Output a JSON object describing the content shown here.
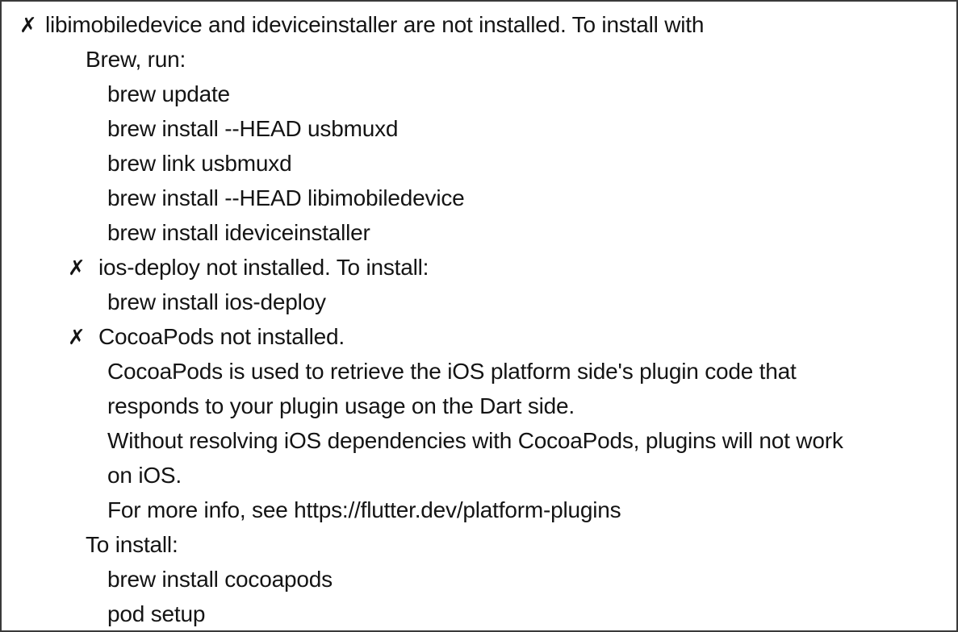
{
  "icons": {
    "error_marker": "✗"
  },
  "colors": {
    "border": "#3a3a3a",
    "background": "#ffffff",
    "text": "#141414"
  },
  "console_output": {
    "lines": [
      {
        "level": "bullet-0",
        "marker": true,
        "text": "libimobiledevice and ideviceinstaller are not installed. To install with"
      },
      {
        "level": "label-2",
        "marker": false,
        "text": "Brew, run:"
      },
      {
        "level": "code-3",
        "marker": false,
        "text": "brew update"
      },
      {
        "level": "code-3",
        "marker": false,
        "text": "brew install --HEAD usbmuxd"
      },
      {
        "level": "code-3",
        "marker": false,
        "text": "brew link usbmuxd"
      },
      {
        "level": "code-3",
        "marker": false,
        "text": "brew install --HEAD libimobiledevice"
      },
      {
        "level": "code-3",
        "marker": false,
        "text": "brew install ideviceinstaller"
      },
      {
        "level": "bullet-1",
        "marker": true,
        "text": "ios-deploy not installed. To install:"
      },
      {
        "level": "code-3",
        "marker": false,
        "text": "brew install ios-deploy"
      },
      {
        "level": "bullet-1",
        "marker": true,
        "text": "CocoaPods not installed."
      },
      {
        "level": "code-3",
        "marker": false,
        "text": "CocoaPods is used to retrieve the iOS platform side's plugin code that"
      },
      {
        "level": "code-3",
        "marker": false,
        "text": "responds to your plugin usage on the Dart side."
      },
      {
        "level": "code-3",
        "marker": false,
        "text": "Without resolving iOS dependencies with CocoaPods, plugins will not work"
      },
      {
        "level": "code-3",
        "marker": false,
        "text": "on iOS."
      },
      {
        "level": "code-3",
        "marker": false,
        "text": "For more info, see https://flutter.dev/platform-plugins"
      },
      {
        "level": "label-2",
        "marker": false,
        "text": "To install:"
      },
      {
        "level": "code-3",
        "marker": false,
        "text": "brew install cocoapods"
      },
      {
        "level": "code-3",
        "marker": false,
        "text": "pod setup"
      }
    ]
  }
}
